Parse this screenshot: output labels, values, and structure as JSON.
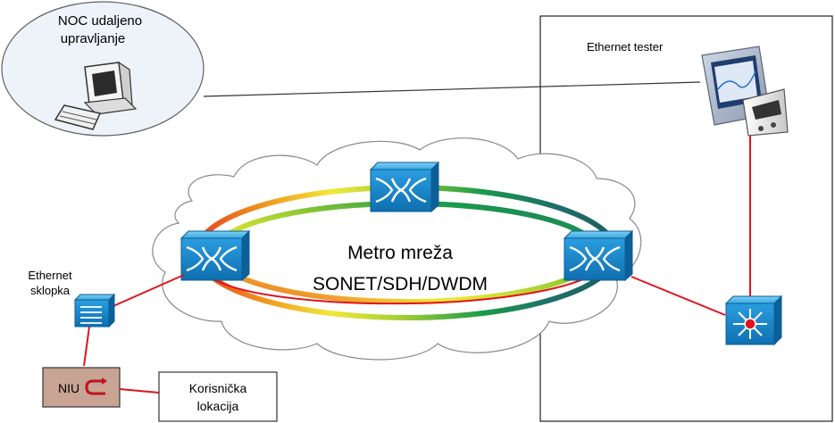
{
  "noc": {
    "line1": "NOC udaljeno",
    "line2": "upravljanje"
  },
  "tester": {
    "label": "Ethernet tester"
  },
  "metro": {
    "line1": "Metro mreža",
    "line2": "SONET/SDH/DWDM"
  },
  "switch": {
    "line1": "Ethernet",
    "line2": "sklopka"
  },
  "niu": {
    "label": "NIU"
  },
  "customer": {
    "line1": "Korisnička",
    "line2": "lokacija"
  },
  "colors": {
    "link_red": "#e0141c",
    "router_blue": "#1a8fd0",
    "ring_yellow": "#f2e83a",
    "ring_green": "#1a9a4a",
    "ring_teal": "#1f6f6a",
    "ring_red": "#e8401c",
    "niu_fill": "#c9a394"
  },
  "icons": {
    "noc": "computer-icon",
    "tester": "ethernet-tester-device-icon",
    "routers": "optical-router-icon",
    "core_switch": "layer3-switch-icon",
    "access_switch": "ethernet-switch-icon",
    "niu": "loopback-icon"
  }
}
